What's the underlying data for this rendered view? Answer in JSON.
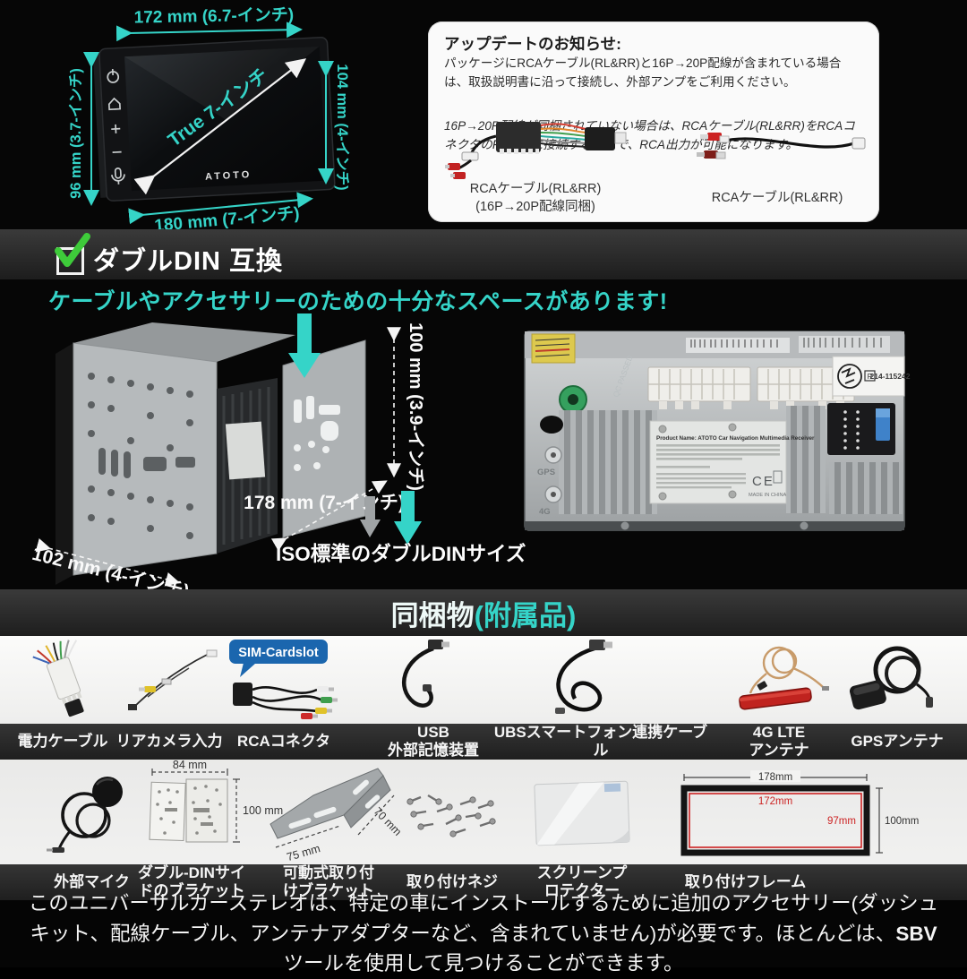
{
  "colors": {
    "accent_cyan": "#35d4c8",
    "check_green": "#3ecb3a",
    "bubble_blue": "#1b66ae",
    "dim_red": "#cc2222"
  },
  "front_unit": {
    "dim_top": "172 mm (6.7-インチ)",
    "dim_left": "96 mm (3.7-インチ)",
    "dim_right": "104 mm (4-インチ)",
    "dim_bottom": "180 mm (7-インチ)",
    "diagonal_label": "True 7-インチ",
    "brand": "ATOTO"
  },
  "update_box": {
    "title": "アップデートのお知らせ:",
    "para1": "パッケージにRCAケーブル(RL&RR)と16P→20P配線が含まれている場合は、取扱説明書に沿って接続し、外部アンプをご利用ください。",
    "para2": "16P→20P配線が同梱されていない場合は、RCAケーブル(RL&RR)をRCAコネクタのFL&FRに接続することで、RCA出力が可能になります。",
    "cable_left_label": "RCAケーブル(RL&RR)\n(16P→20P配線同梱)",
    "cable_right_label": "RCAケーブル(RL&RR)"
  },
  "din_section": {
    "title": "ダブルDIN 互換",
    "subtitle": "ケーブルやアクセサリーのための十分なスペースがあります!"
  },
  "cage": {
    "dim_height": "100 mm (3.9-インチ)",
    "dim_depth": "178 mm (7-インチ)",
    "dim_width": "102 mm (4-インチ)",
    "iso_label": "ISO標準のダブルDINサイズ"
  },
  "back_unit": {
    "cert_number": "214-115242",
    "cert_r": "R",
    "qc_stamp": "QC PASSED",
    "label_title": "Product Name: ATOTO Car Navigation Multimedia Receiver",
    "ce_mark": "CE",
    "made_in": "MADE IN CHINA",
    "gps_port": "GPS",
    "lte_port": "4G"
  },
  "included_header": {
    "title_main": "同梱物",
    "title_paren": "(附属品)"
  },
  "accessories": {
    "row1": [
      {
        "label": "電力ケーブル"
      },
      {
        "label": "リアカメラ入力"
      },
      {
        "label": "RCAコネクタ",
        "bubble": "SIM-Cardslot"
      },
      {
        "label": "USB\n外部記憶装置"
      },
      {
        "label": "UBSスマートフォン連携ケーブル"
      },
      {
        "label": "4G LTE\nアンテナ"
      },
      {
        "label": "GPSアンテナ"
      }
    ],
    "row2": [
      {
        "label": "外部マイク"
      },
      {
        "label": "ダブル-DINサイ\nドのブラケット",
        "dim_w": "84 mm",
        "dim_h": "100 mm"
      },
      {
        "label": "可動式取り付\nけブラケット",
        "dim_w": "75 mm",
        "dim_h": "70 mm"
      },
      {
        "label": "取り付けネジ"
      },
      {
        "label": "スクリーンプ\nロテクター"
      },
      {
        "label": "取り付けフレーム",
        "dim_outer_w": "178mm",
        "dim_inner_w": "172mm",
        "dim_inner_h": "97mm",
        "dim_outer_h": "100mm"
      }
    ]
  },
  "disclaimer": {
    "part1": "このユニバーサルカーステレオは、特定の車にインストールするために追加のアクセサリー(ダッシュキット、配線ケーブル、アンテナアダプターなど、含まれていません)が必要です。ほとんどは、",
    "bold": "SBV",
    "part2": "ツールを使用して見つけることができます。"
  }
}
